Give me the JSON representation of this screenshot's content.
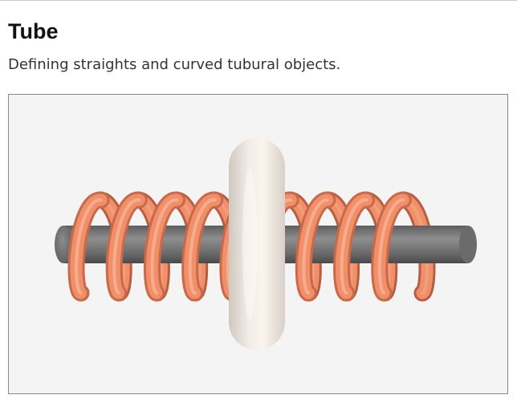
{
  "page": {
    "title": "Tube",
    "subtitle": "Defining straights and curved tubural objects."
  },
  "scene": {
    "background": "#f4f4f4",
    "border": "#8a8a8a",
    "objects": [
      {
        "name": "straight-tube",
        "color": "#7c7c7c"
      },
      {
        "name": "helix-tube",
        "color": "#f0906a",
        "turns": 9
      },
      {
        "name": "torus",
        "color": "#f3ece6"
      }
    ]
  }
}
